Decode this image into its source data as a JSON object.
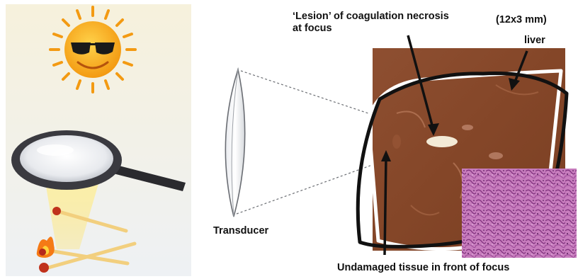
{
  "labels": {
    "lesion": "‘Lesion’ of coagulation necrosis at focus",
    "size": "(12x3 mm)",
    "organ": "liver",
    "transducer": "Transducer",
    "undamaged": "Undamaged tissue in front of focus"
  },
  "icons": [
    "sun-with-sunglasses",
    "magnifying-glass",
    "matchsticks",
    "transducer-lens",
    "liver-tissue",
    "histology-inset"
  ],
  "colors": {
    "liver": "#8a4a2c",
    "outline_white": "#ffffff",
    "outline_black": "#111111",
    "sun": "#f7a21b",
    "histology": "#b45aa8"
  }
}
